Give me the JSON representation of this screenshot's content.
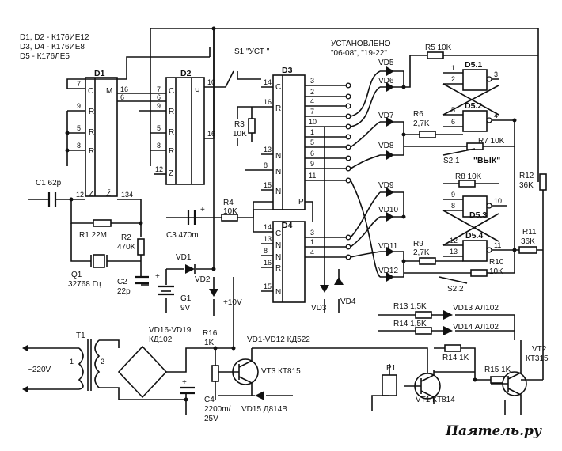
{
  "legend": {
    "line1": "D1, D2 - К176ИЕ12",
    "line2": "D3, D4 - К176ИЕ8",
    "line3": "D5 - К176ЛЕ5"
  },
  "header": {
    "installed": "УСТАНОВЛЕНО",
    "ranges": "\"06-08\", \"19-22\""
  },
  "chips": {
    "d1": "D1",
    "d2": "D2",
    "d3": "D3",
    "d4": "D4",
    "d51": "D5.1",
    "d52": "D5.2",
    "d53": "D5.3",
    "d54": "D5.4"
  },
  "pins": {
    "c": "C",
    "m": "M",
    "r": "R",
    "z": "Z",
    "zb": "Z̄",
    "ch": "Ч",
    "n": "N",
    "p": "P",
    "n7": "7",
    "n9": "9",
    "n5": "5",
    "n8": "8",
    "n12": "12",
    "n6": "6",
    "n16": "16",
    "n11": "11",
    "n10": "10",
    "n134": "134",
    "n14": "14",
    "n13": "13",
    "n15": "15",
    "n3": "3",
    "n2": "2",
    "n4": "4",
    "n1": "1"
  },
  "switches": {
    "s1": "S1 \"УСТ \"",
    "s21": "S2.1",
    "vyk": "\"ВЫК\"",
    "s22": "S2.2"
  },
  "components": {
    "c1": "C1 62p",
    "r1": "R1 22M",
    "r2a": "R2",
    "r2b": "470K",
    "q1a": "Q1",
    "q1b": "32768 Гц",
    "c2a": "C2",
    "c2b": "22p",
    "c3": "C3 470m",
    "r3a": "R3",
    "r3b": "10K",
    "r4a": "R4",
    "r4b": "10K",
    "vd1": "VD1",
    "vd2": "VD2",
    "vd3": "VD3",
    "vd4": "VD4",
    "g1a": "G1",
    "g1b": "9V",
    "v10": "+10V",
    "vd5": "VD5",
    "vd6": "VD6",
    "vd7": "VD7",
    "vd8": "VD8",
    "vd9": "VD9",
    "vd10": "VD10",
    "vd11": "VD11",
    "vd12": "VD12",
    "r5": "R5 10K",
    "r6a": "R6",
    "r6b": "2,7K",
    "r7": "R7 10K",
    "r8": "R8 10K",
    "r9a": "R9",
    "r9b": "2,7K",
    "r10a": "R10",
    "r10b": "10K",
    "r11a": "R11",
    "r11b": "36K",
    "r12a": "R12",
    "r12b": "36K",
    "r13a": "R13 1,5K",
    "r13b": "VD13 АЛ102",
    "r14a": "R14 1,5K",
    "r14b": "VD14 АЛ102",
    "t1": "T1",
    "ac": "~220V",
    "w1": "1",
    "w2": "2",
    "bridge1": "VD16-VD19",
    "bridge2": "КД102",
    "r16a": "R16",
    "r16b": "1K",
    "vd112": "VD1-VD12 КД522",
    "vt3": "VT3 КТ815",
    "c4a": "C4",
    "c4b": "2200m/",
    "c4c": "25V",
    "vd15": "VD15 Д814В",
    "p1": "P1",
    "r14k": "R14 1K",
    "r15": "R15 1K",
    "vt2a": "VT2",
    "vt2b": "КТ315",
    "vt1": "VT1 КТ814",
    "plus": "+"
  },
  "watermark": "Паятель.ру"
}
